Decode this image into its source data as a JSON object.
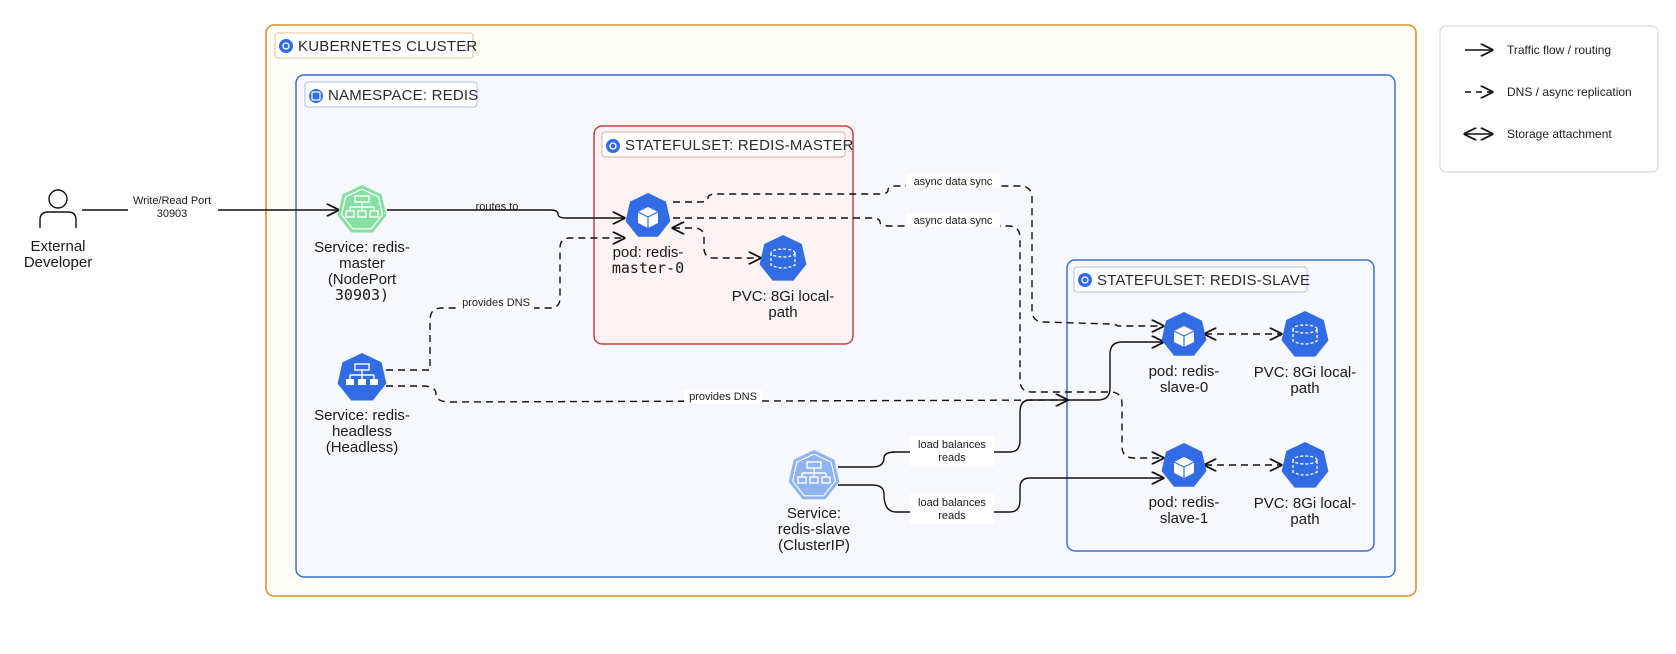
{
  "colors": {
    "cluster_border": "#d9a04a",
    "cluster_fill": "#fffdf8",
    "namespace_border": "#3b6fd1",
    "namespace_fill": "#f6f8fd",
    "master_border": "#cc3f3f",
    "master_fill": "#fdf3f3",
    "slave_border": "#3b6fd1",
    "node_blue": "#326ce5",
    "node_green": "#86e0a1",
    "node_lightblue": "#8fb4f0"
  },
  "cluster": {
    "title": "KUBERNETES CLUSTER",
    "icon": "kubernetes-wheel-icon"
  },
  "namespace": {
    "title": "NAMESPACE: REDIS",
    "icon": "namespace-icon"
  },
  "statefulset_master": {
    "title": "STATEFULSET: REDIS-MASTER",
    "icon": "kubernetes-wheel-icon"
  },
  "statefulset_slave": {
    "title": "STATEFULSET: REDIS-SLAVE",
    "icon": "kubernetes-wheel-icon"
  },
  "nodes": {
    "developer": {
      "line1": "External",
      "line2": "Developer",
      "icon": "user-icon"
    },
    "svc_master": {
      "lines": [
        "Service: redis-",
        "master",
        "(NodePort",
        "30903)"
      ],
      "icon": "service-icon"
    },
    "svc_headless": {
      "lines": [
        "Service: redis-",
        "headless",
        "(Headless)"
      ],
      "icon": "service-icon"
    },
    "svc_slave": {
      "lines": [
        "Service:",
        "redis-slave",
        "(ClusterIP)"
      ],
      "icon": "service-icon"
    },
    "pod_master": {
      "lines": [
        "pod: redis-",
        "master-0"
      ],
      "icon": "pod-icon"
    },
    "pvc_master": {
      "lines": [
        "PVC: 8Gi local-",
        "path"
      ],
      "icon": "pvc-icon"
    },
    "pod_slave0": {
      "lines": [
        "pod: redis-",
        "slave-0"
      ],
      "icon": "pod-icon"
    },
    "pvc_slave0": {
      "lines": [
        "PVC: 8Gi local-",
        "path"
      ],
      "icon": "pvc-icon"
    },
    "pod_slave1": {
      "lines": [
        "pod: redis-",
        "slave-1"
      ],
      "icon": "pod-icon"
    },
    "pvc_slave1": {
      "lines": [
        "PVC: 8Gi local-",
        "path"
      ],
      "icon": "pvc-icon"
    }
  },
  "edges": {
    "dev_to_svc": [
      "Write/Read Port",
      "30903"
    ],
    "routes_to": "routes to",
    "provides_dns_master": "provides DNS",
    "provides_dns_slave": "provides DNS",
    "async_sync_1": "async data sync",
    "async_sync_2": "async data sync",
    "lb_reads_0": [
      "load balances",
      "reads"
    ],
    "lb_reads_1": [
      "load balances",
      "reads"
    ]
  },
  "legend": {
    "items": [
      {
        "label": "Traffic flow / routing",
        "style": "solid"
      },
      {
        "label": "DNS / async replication",
        "style": "dashed"
      },
      {
        "label": "Storage attachment",
        "style": "bidirectional"
      }
    ]
  }
}
